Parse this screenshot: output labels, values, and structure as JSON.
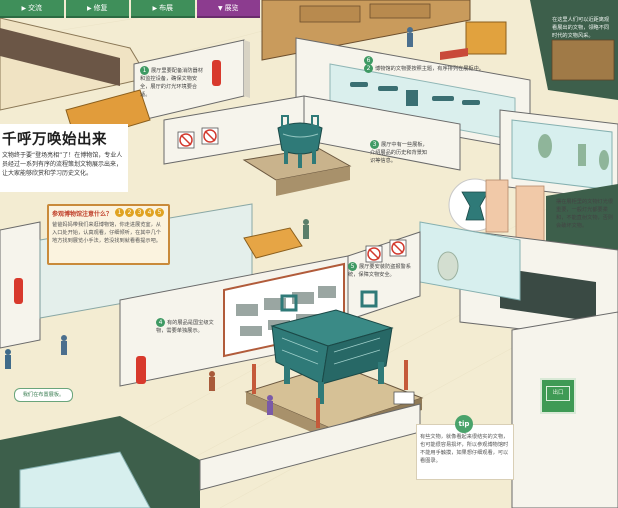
{
  "nav": {
    "tabs": [
      {
        "label": "交流",
        "active": false
      },
      {
        "label": "修复",
        "active": false
      },
      {
        "label": "布展",
        "active": false
      },
      {
        "label": "展览",
        "active": true
      }
    ]
  },
  "title": {
    "heading": "千呼万唤始出来",
    "body": "文物终于要“登场亮相”了！在博物馆，专业人员经过一系列有序的流程策划文物展示出来，让大家能够欣赏和学习历史文化。"
  },
  "question": {
    "title": "参观博物馆注意什么？",
    "numbers": [
      "1",
      "2",
      "3",
      "4",
      "5"
    ],
    "body": "爸爸妈妈带我们来逛博物馆，你走进展览室，从入口处开始，认真观看，仔细倾听，在其中几个地方找到展览小手法，若没找到就看看提示吧。"
  },
  "plaques": [
    {
      "num": "1",
      "text": "展厅里要配备消防器材和监控设备，确保文物安全，展厅的灯光环境要合适。"
    },
    {
      "num": "2",
      "text": "博物馆的文物要按照主题，有序排列在展柜中。"
    },
    {
      "num": "3",
      "text": "展厅中有一些展板，介绍展品的历史和背景知识等信息。"
    },
    {
      "num": "4",
      "text": "有的展品是国宝级文物，需要单独展示。"
    },
    {
      "num": "5",
      "text": "展厅要安装防盗报警系统，保障文物安全。"
    }
  ],
  "badges": {
    "b6": "6"
  },
  "side_caption": "在这里人们可以近距离观看展出的文物，领略不同时代的文物风采。",
  "right_caption": "摆在展柜里的文物灯光很重要，一般灯光都要柔和，不能直射文物，否则会破坏文物。",
  "callout": "我们在布置展板。",
  "tip": {
    "label": "tip",
    "text": "有些文物，就像看起来很结实的文物，也可能很容易损坏，所以参观博物馆时不能用手触摸，如果想仔细观看，可以看图录。"
  },
  "exit": {
    "label": "出口"
  },
  "colors": {
    "floor": "#f3ecd2",
    "wall": "#f6f4ec",
    "nav_green": "#3f8f5a",
    "nav_purple": "#8c3c8f",
    "bronze": "#2f7a78",
    "exit_green": "#3f9a55"
  }
}
